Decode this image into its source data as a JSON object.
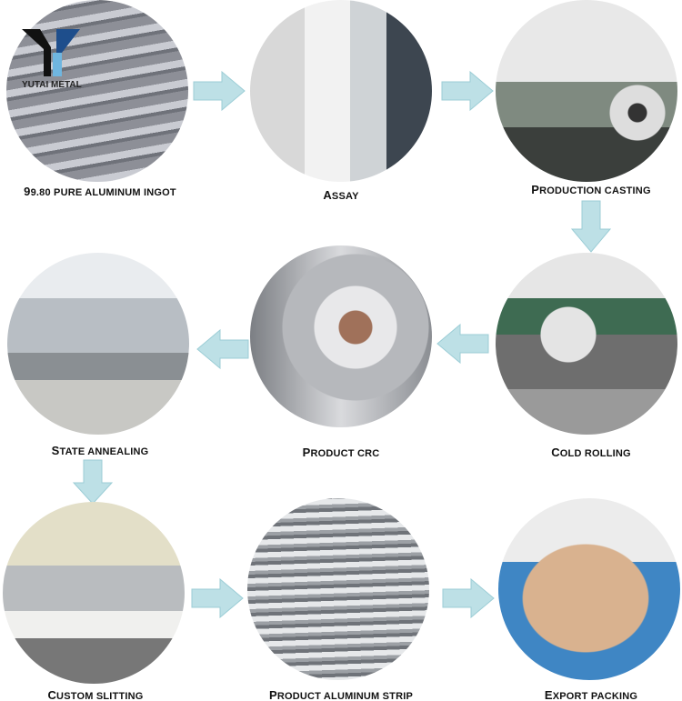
{
  "logo": {
    "text": "YUTAI METAL"
  },
  "steps": [
    {
      "label": "99.80 PURE ALUMINUM INGOT"
    },
    {
      "label": "ASSAY"
    },
    {
      "label": "PRODUCTION CASTING"
    },
    {
      "label": "COLD ROLLING"
    },
    {
      "label": "PRODUCT CRC"
    },
    {
      "label": "STATE ANNEALING"
    },
    {
      "label": "CUSTOM SLITTING"
    },
    {
      "label": "PRODUCT ALUMINUM STRIP"
    },
    {
      "label": "EXPORT PACKING"
    }
  ],
  "colors": {
    "arrow": "#bde0e6",
    "arrow_stroke": "#9ccdd6"
  }
}
